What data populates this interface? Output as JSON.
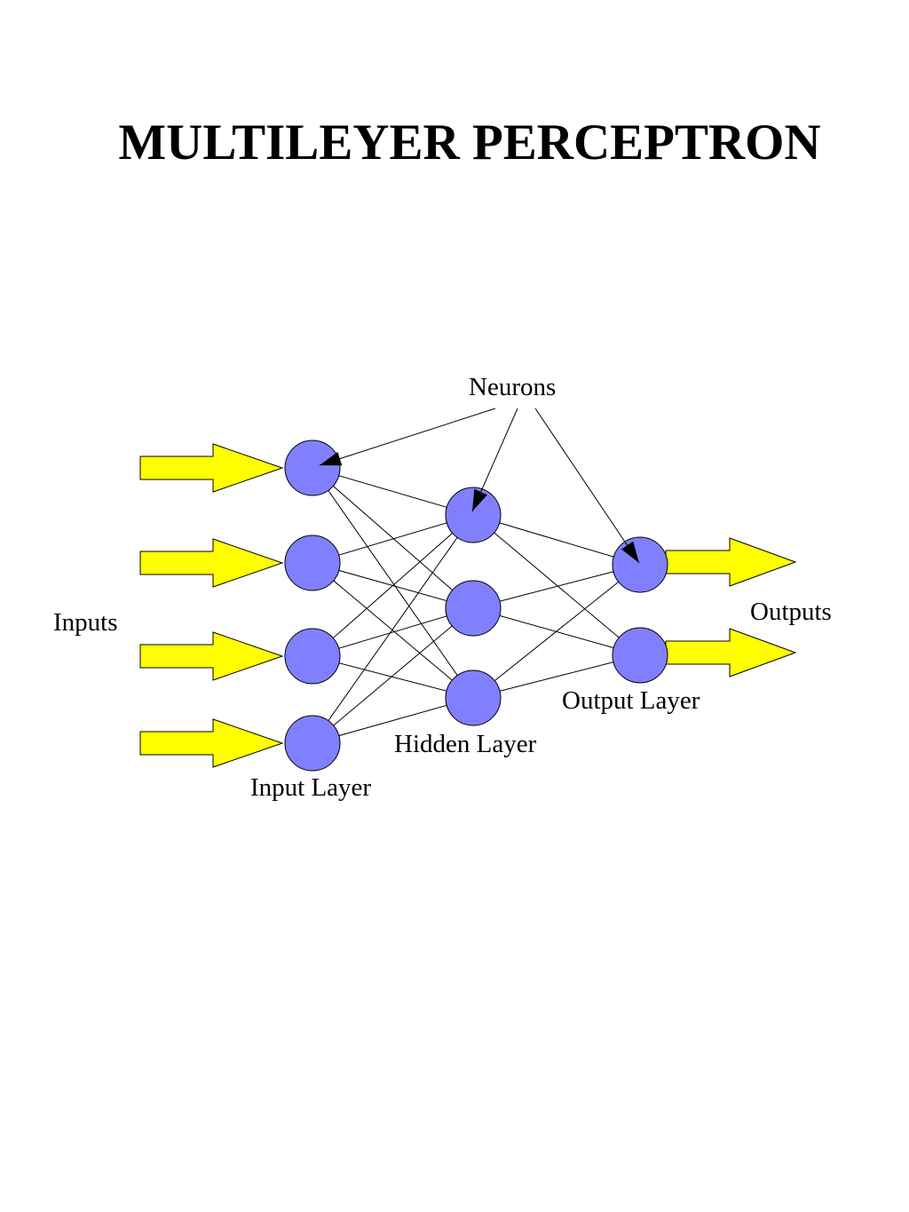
{
  "title": "MULTILEYER PERCEPTRON",
  "labels": {
    "neurons": "Neurons",
    "inputs": "Inputs",
    "outputs": "Outputs",
    "input_layer": "Input Layer",
    "hidden_layer": "Hidden Layer",
    "output_layer": "Output Layer"
  },
  "colors": {
    "neuron_fill": "#8080ff",
    "arrow_fill": "#ffff00",
    "line": "#000000"
  },
  "network": {
    "input_count": 4,
    "hidden_count": 3,
    "output_count": 2,
    "fully_connected": true
  }
}
